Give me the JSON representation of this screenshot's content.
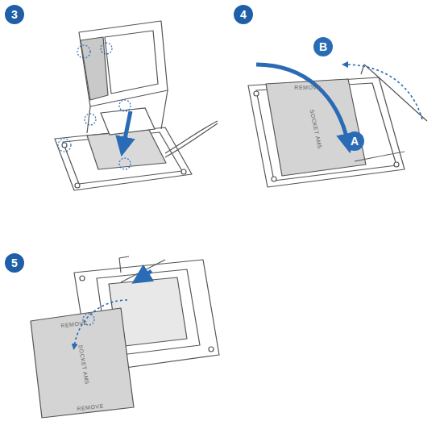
{
  "diagram": {
    "nodes": [
      {
        "text": [
          "3"
        ]
      },
      {
        "text": [
          "4"
        ]
      },
      {
        "text": [
          "B"
        ]
      },
      {
        "text": [
          "A"
        ]
      },
      {
        "text": [
          "5"
        ]
      }
    ],
    "labels": [
      "REMOVE",
      "SOCKET AM5",
      "REMOVE",
      "SOCKET AM5",
      "REMOVE"
    ]
  }
}
